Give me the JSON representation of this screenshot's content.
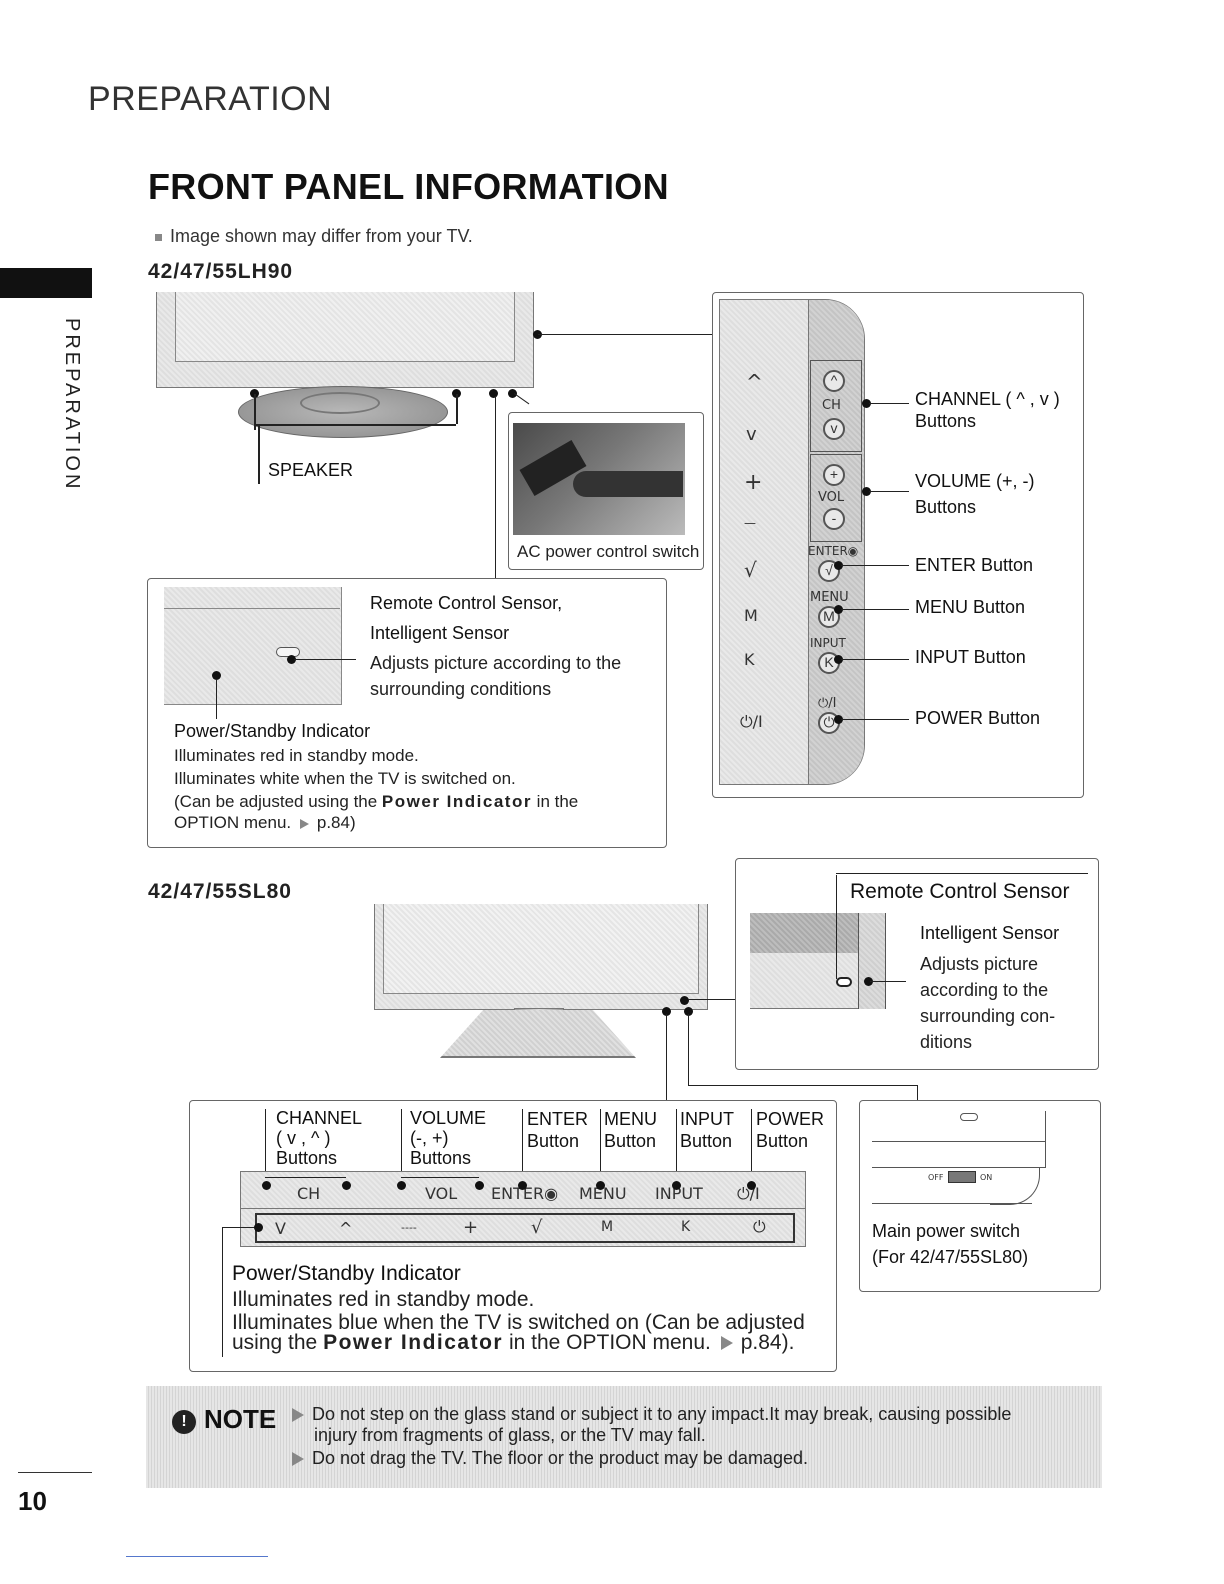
{
  "header": {
    "section": "PREPARATION",
    "title": "FRONT PANEL INFORMATION",
    "disclaimer": "Image shown may differ from your TV."
  },
  "side_tab": {
    "label": "PREPARATION"
  },
  "model_lh90": {
    "model": "42/47/55LH90",
    "speaker_label": "SPEAKER",
    "ac_switch_label": "AC power control switch",
    "sensor": {
      "title_line1": "Remote Control Sensor,",
      "title_line2": "Intelligent Sensor",
      "desc_line1": "Adjusts picture according to the",
      "desc_line2": "surrounding conditions"
    },
    "indicator": {
      "title": "Power/Standby Indicator",
      "line1": "Illuminates red in standby mode.",
      "line2": "Illuminates white when the TV is switched on.",
      "line3_a": "(Can be adjusted using the ",
      "line3_bold": "Power Indicator",
      "line3_b": " in the",
      "line4": "OPTION menu.",
      "line4_ref": "p.84)"
    },
    "panel": {
      "ch_text": "CH",
      "vol_text": "VOL",
      "enter_text": "ENTER◉",
      "menu_text": "MENU",
      "input_text": "INPUT",
      "power_text": "⏻/I",
      "glyph_up": "^",
      "glyph_down": "v",
      "glyph_plus": "+",
      "glyph_minus": "—",
      "glyph_check": "√",
      "glyph_menu": "M",
      "glyph_input": "K",
      "glyph_power": "⏻/I"
    },
    "callouts": {
      "channel_line1": "CHANNEL ( ^ , v )",
      "channel_line2": "Buttons",
      "volume_line1": "VOLUME (+, -)",
      "volume_line2": "Buttons",
      "enter": "ENTER Button",
      "menu": "MENU Button",
      "input": "INPUT Button",
      "power": "POWER Button"
    }
  },
  "model_sl80": {
    "model": "42/47/55SL80",
    "sensor": {
      "title": "Remote Control Sensor",
      "subtitle": "Intelligent Sensor",
      "desc_line1": "Adjusts picture",
      "desc_line2": "according to the",
      "desc_line3": "surrounding con-",
      "desc_line4": "ditions"
    },
    "button_labels": {
      "channel_line1": "CHANNEL",
      "channel_line2": "( v , ^ )",
      "channel_line3": "Buttons",
      "volume_line1": "VOLUME",
      "volume_line2": "(-, +)",
      "volume_line3": "Buttons",
      "enter_line1": "ENTER",
      "enter_line2": "Button",
      "menu_line1": "MENU",
      "menu_line2": "Button",
      "input_line1": "INPUT",
      "input_line2": "Button",
      "power_line1": "POWER",
      "power_line2": "Button"
    },
    "strip": {
      "ch": "CH",
      "vol": "VOL",
      "enter": "ENTER◉",
      "menu": "MENU",
      "input": "INPUT",
      "power": "⏻/I",
      "g_down": "V",
      "g_up": "^",
      "g_minus": "----",
      "g_plus": "+",
      "g_check": "√",
      "g_menu": "M",
      "g_input": "K",
      "g_power": "⏻"
    },
    "indicator": {
      "title": "Power/Standby Indicator",
      "line1": "Illuminates red in standby mode.",
      "line2": "Illuminates blue when the TV is switched on (Can be adjusted",
      "line3_a": "using the ",
      "line3_bold": "Power Indicator",
      "line3_b": " in the OPTION menu.",
      "line3_ref": "p.84)."
    },
    "main_switch": {
      "off": "OFF",
      "on": "ON",
      "line1": "Main power switch",
      "line2": "(For 42/47/55SL80)"
    }
  },
  "note": {
    "label": "NOTE",
    "icon": "!",
    "item1_line1": "Do not step on the glass stand or subject it to any impact.It may break, causing possible",
    "item1_line2": "injury from fragments of glass, or the TV may fall.",
    "item2": "Do not drag the TV. The floor or the product may be damaged."
  },
  "footer": {
    "page_number": "10"
  }
}
